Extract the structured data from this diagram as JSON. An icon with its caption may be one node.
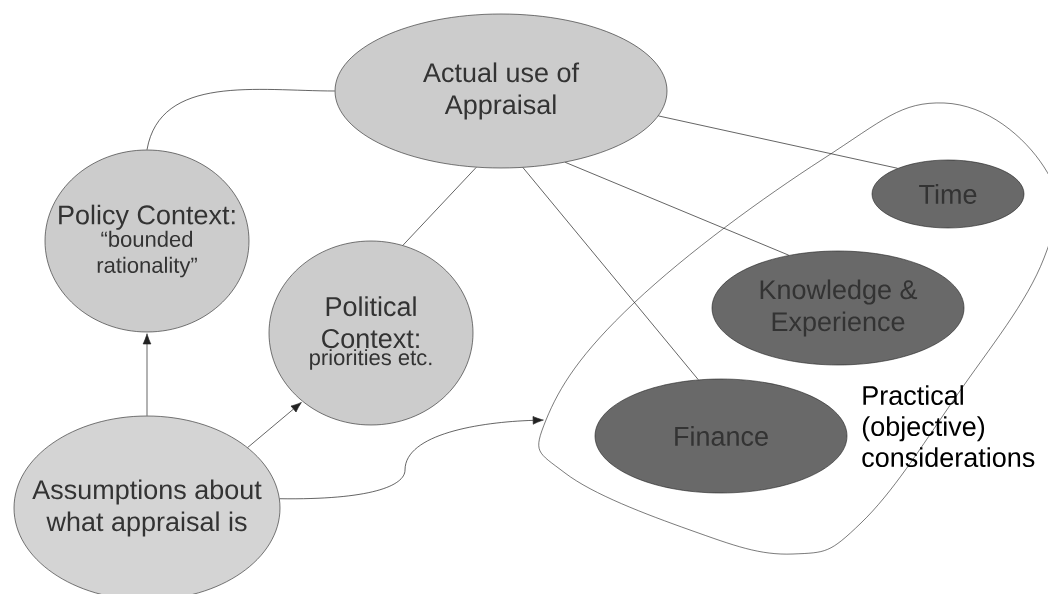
{
  "diagram": {
    "nodes": [
      {
        "text": [
          "Actual use of Appraisal"
        ]
      },
      {
        "text": [
          "Policy Context:",
          "“bounded rationality”"
        ]
      },
      {
        "text": [
          "Political Context:",
          "priorities etc."
        ]
      },
      {
        "text": [
          "Assumptions about what appraisal is"
        ]
      },
      {
        "text": [
          "Practical (objective) considerations"
        ]
      },
      {
        "text": [
          "Time"
        ],
        "in": 4
      },
      {
        "text": [
          "Knowledge & Experience"
        ],
        "in": 4
      },
      {
        "text": [
          "Finance"
        ],
        "in": 4
      }
    ],
    "edges": [
      {
        "from": 0,
        "to": 1,
        "arrow": "none"
      },
      {
        "from": 0,
        "to": 2,
        "arrow": "none"
      },
      {
        "from": 0,
        "to": 5,
        "arrow": "none"
      },
      {
        "from": 0,
        "to": 6,
        "arrow": "none"
      },
      {
        "from": 0,
        "to": 7,
        "arrow": "none"
      },
      {
        "from": 3,
        "to": 1,
        "arrow": "to"
      },
      {
        "from": 3,
        "to": 2,
        "arrow": "to"
      },
      {
        "from": 3,
        "to": 4,
        "arrow": "to"
      }
    ]
  }
}
